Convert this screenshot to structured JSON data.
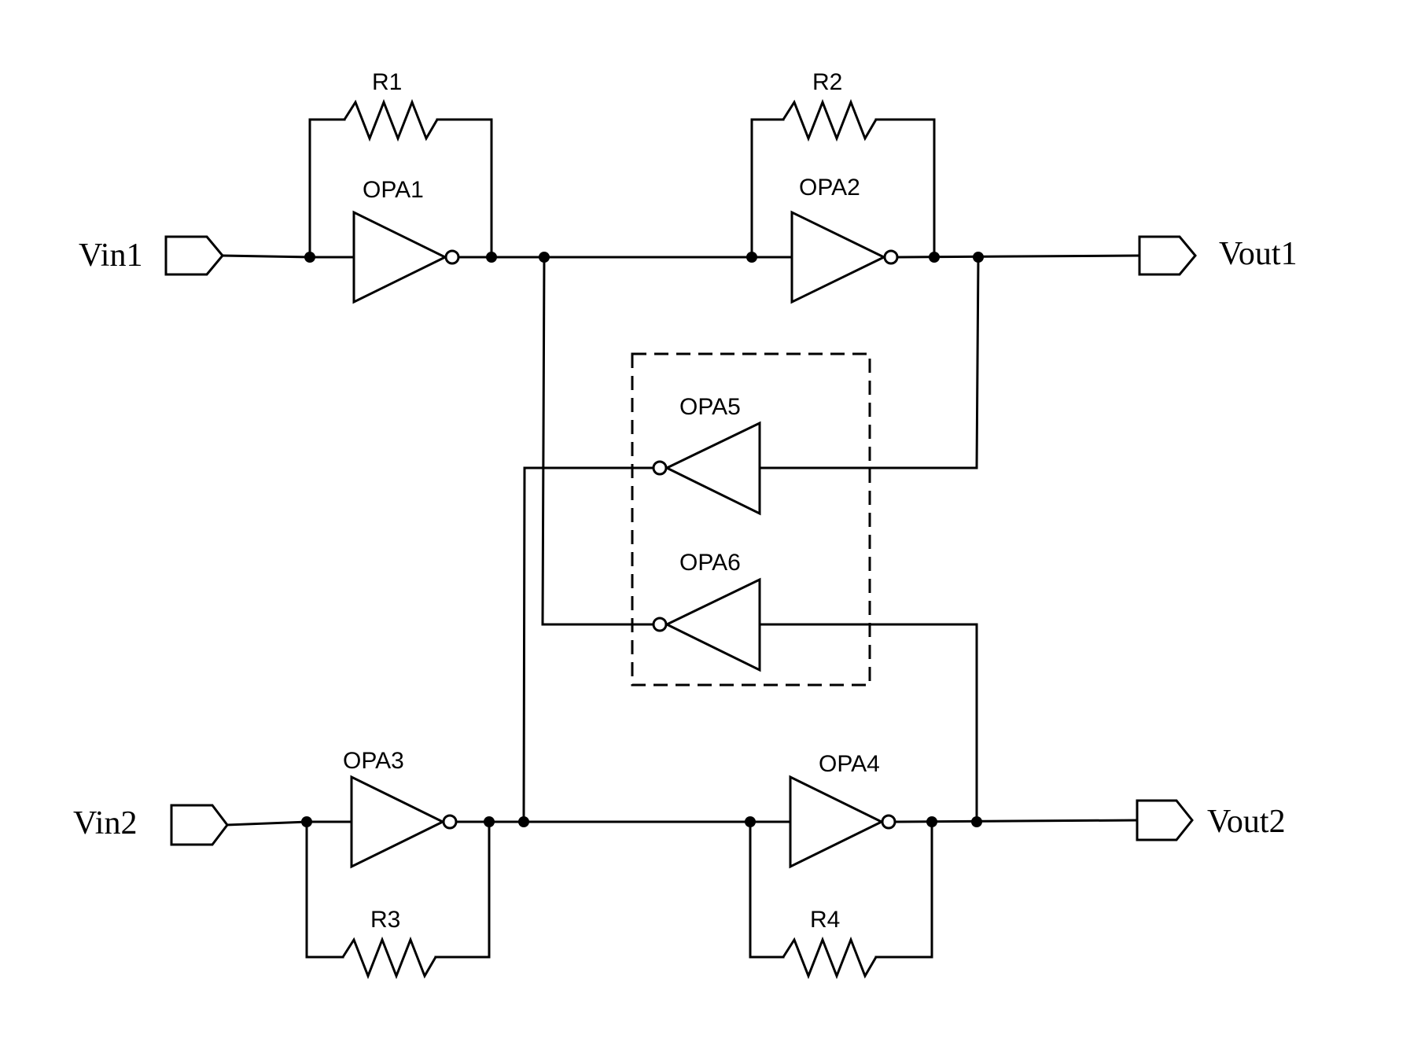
{
  "ports": {
    "vin1": "Vin1",
    "vin2": "Vin2",
    "vout1": "Vout1",
    "vout2": "Vout2"
  },
  "amplifiers": {
    "opa1": "OPA1",
    "opa2": "OPA2",
    "opa3": "OPA3",
    "opa4": "OPA4",
    "opa5": "OPA5",
    "opa6": "OPA6"
  },
  "resistors": {
    "r1": "R1",
    "r2": "R2",
    "r3": "R3",
    "r4": "R4"
  }
}
